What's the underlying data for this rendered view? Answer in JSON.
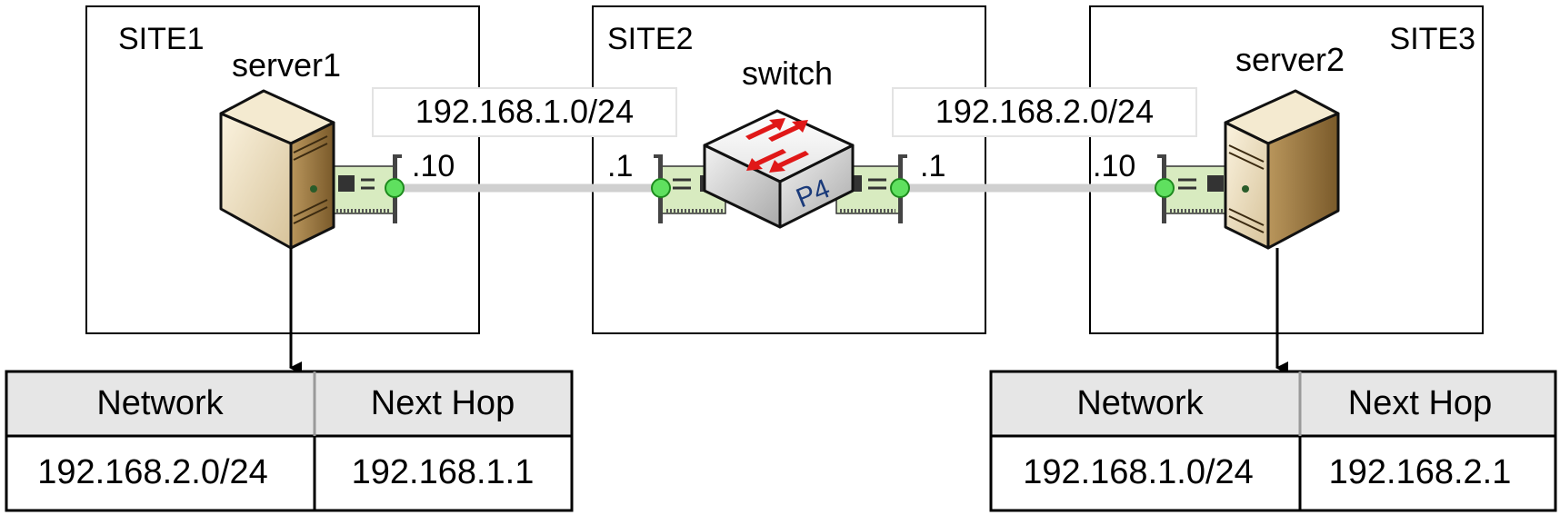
{
  "sites": [
    {
      "name": "SITE1"
    },
    {
      "name": "SITE2"
    },
    {
      "name": "SITE3"
    }
  ],
  "devices": {
    "server1": {
      "label": "server1"
    },
    "switch": {
      "label": "switch",
      "badge": "P4"
    },
    "server2": {
      "label": "server2"
    }
  },
  "links": [
    {
      "subnet": "192.168.1.0/24",
      "left_ip": ".10",
      "right_ip": ".1"
    },
    {
      "subnet": "192.168.2.0/24",
      "left_ip": ".1",
      "right_ip": ".10"
    }
  ],
  "routing_tables": [
    {
      "headers": [
        "Network",
        "Next Hop"
      ],
      "rows": [
        [
          "192.168.2.0/24",
          "192.168.1.1"
        ]
      ]
    },
    {
      "headers": [
        "Network",
        "Next Hop"
      ],
      "rows": [
        [
          "192.168.1.0/24",
          "192.168.2.1"
        ]
      ]
    }
  ],
  "colors": {
    "port_green": "#5fe05f",
    "arrow_red": "#e01818",
    "header_gray": "#e6e6e6",
    "link_gray": "#d0d0d0"
  }
}
